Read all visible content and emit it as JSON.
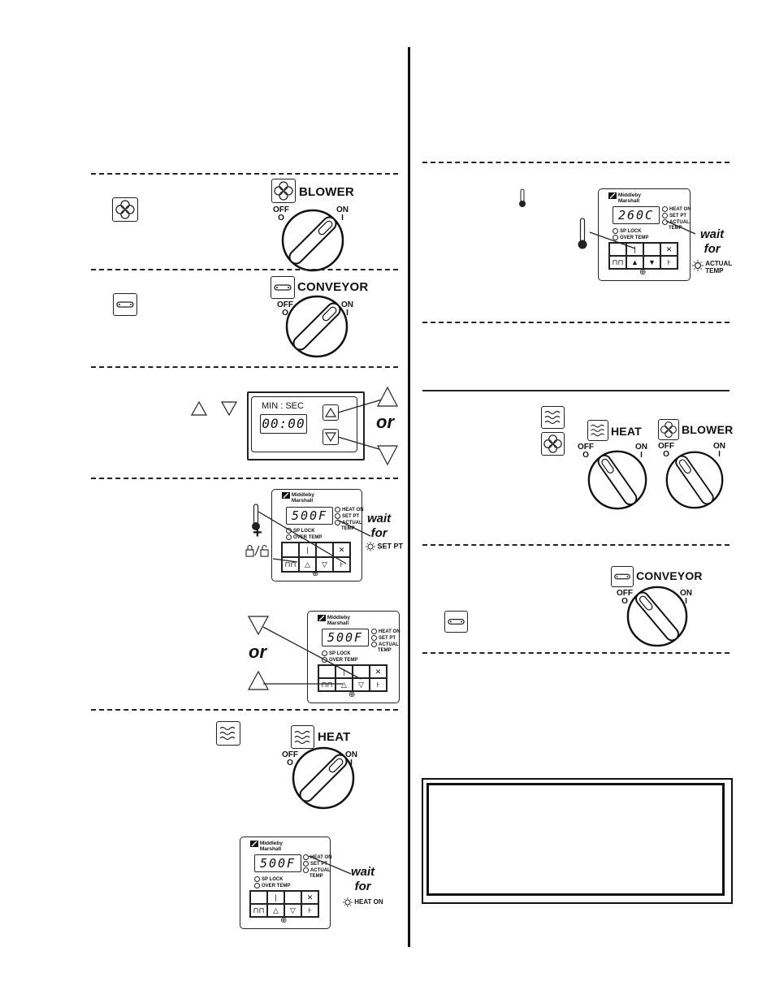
{
  "labels": {
    "blower": "BLOWER",
    "conveyor": "CONVEYOR",
    "heat": "HEAT",
    "off": "OFF",
    "on": "ON",
    "off_symbol": "O",
    "on_symbol": "I",
    "or": "or",
    "wait": "wait",
    "for": "for",
    "set_pt": "SET PT",
    "actual_temp": "ACTUAL",
    "actual_temp2": "TEMP",
    "heat_on": "HEAT ON",
    "min_sec": "MIN : SEC",
    "timer_value": "00:00",
    "plus": "+",
    "lock_combo": "/"
  },
  "controller": {
    "brand_line1": "Middleby",
    "brand_line2": "Marshall",
    "led_heat_on": "HEAT ON",
    "led_set_pt": "SET PT",
    "led_actual": "ACTUAL",
    "led_temp": "TEMP",
    "led_sp_lock": "SP LOCK",
    "led_over_temp": "OVER TEMP",
    "display_f": "500F",
    "display_c": "260C"
  },
  "icons": {
    "blower": "fan-icon",
    "conveyor": "conveyor-icon",
    "heat": "heat-icon",
    "thermometer": "thermometer-icon",
    "lock": "lock-icon",
    "up": "up-arrow-icon",
    "down": "down-arrow-icon"
  }
}
